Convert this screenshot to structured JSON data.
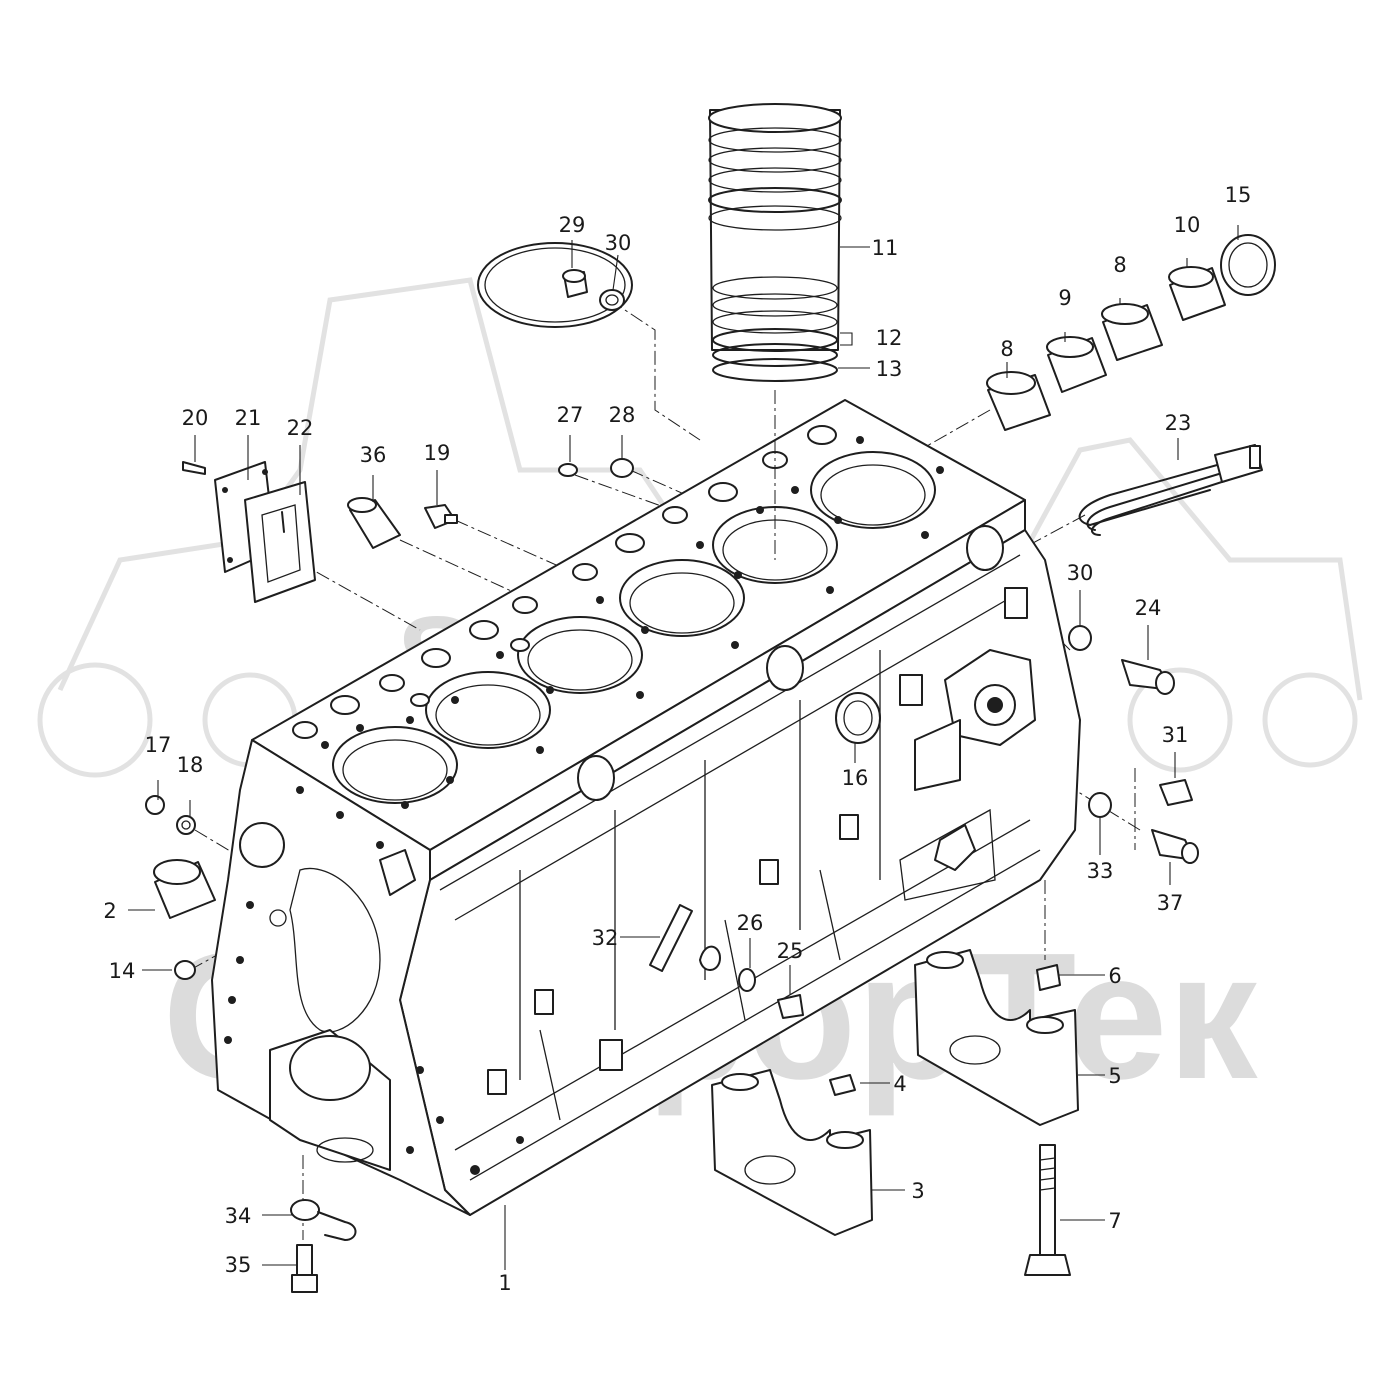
{
  "watermark": {
    "logo_text": "SPB",
    "company_text": "СканфорТек"
  },
  "callouts": [
    {
      "id": "1",
      "label": "1"
    },
    {
      "id": "2",
      "label": "2"
    },
    {
      "id": "3",
      "label": "3"
    },
    {
      "id": "4",
      "label": "4"
    },
    {
      "id": "5",
      "label": "5"
    },
    {
      "id": "6",
      "label": "6"
    },
    {
      "id": "7",
      "label": "7"
    },
    {
      "id": "8a",
      "label": "8"
    },
    {
      "id": "8b",
      "label": "8"
    },
    {
      "id": "9",
      "label": "9"
    },
    {
      "id": "10",
      "label": "10"
    },
    {
      "id": "11",
      "label": "11"
    },
    {
      "id": "12",
      "label": "12"
    },
    {
      "id": "13",
      "label": "13"
    },
    {
      "id": "14",
      "label": "14"
    },
    {
      "id": "15",
      "label": "15"
    },
    {
      "id": "16",
      "label": "16"
    },
    {
      "id": "17",
      "label": "17"
    },
    {
      "id": "18",
      "label": "18"
    },
    {
      "id": "19",
      "label": "19"
    },
    {
      "id": "20",
      "label": "20"
    },
    {
      "id": "21",
      "label": "21"
    },
    {
      "id": "22",
      "label": "22"
    },
    {
      "id": "23",
      "label": "23"
    },
    {
      "id": "24",
      "label": "24"
    },
    {
      "id": "25",
      "label": "25"
    },
    {
      "id": "26",
      "label": "26"
    },
    {
      "id": "27",
      "label": "27"
    },
    {
      "id": "28",
      "label": "28"
    },
    {
      "id": "29",
      "label": "29"
    },
    {
      "id": "30a",
      "label": "30"
    },
    {
      "id": "30b",
      "label": "30"
    },
    {
      "id": "31",
      "label": "31"
    },
    {
      "id": "32",
      "label": "32"
    },
    {
      "id": "33",
      "label": "33"
    },
    {
      "id": "34",
      "label": "34"
    },
    {
      "id": "35",
      "label": "35"
    },
    {
      "id": "36",
      "label": "36"
    },
    {
      "id": "37",
      "label": "37"
    }
  ]
}
